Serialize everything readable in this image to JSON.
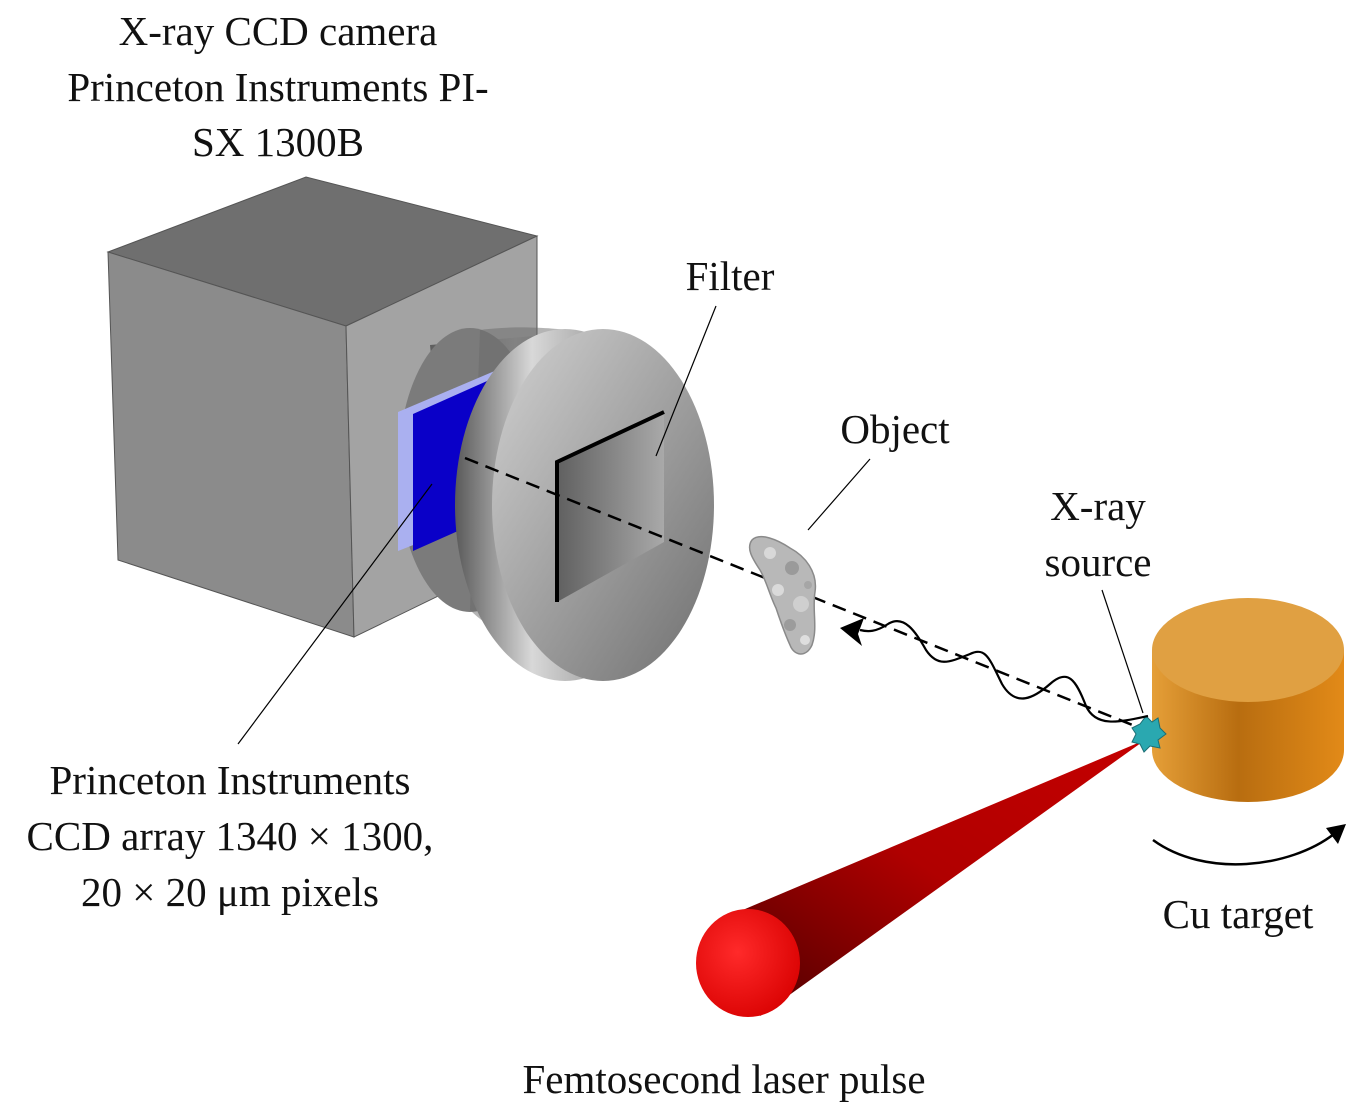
{
  "labels": {
    "camera_line1": "X-ray CCD camera",
    "camera_line2": "Princeton Instruments PI-",
    "camera_line3": "SX 1300B",
    "filter": "Filter",
    "object": "Object",
    "xray_line1": "X-ray",
    "xray_line2": "source",
    "ccd_line1": "Princeton Instruments",
    "ccd_line2": "CCD array 1340 × 1300,",
    "ccd_line3": "20 × 20 μm pixels",
    "cu_target": "Cu target",
    "laser": "Femtosecond laser pulse"
  },
  "colors": {
    "camera_front": "#8c8c8c",
    "camera_top": "#6e6e6e",
    "camera_side": "#a4a4a4",
    "ccd_chip": "#0a00c8",
    "ccd_edge": "#aab0f0",
    "cu_target": "#e09a3c",
    "laser": "#cc0000",
    "xray_spot": "#2aa8b0"
  }
}
